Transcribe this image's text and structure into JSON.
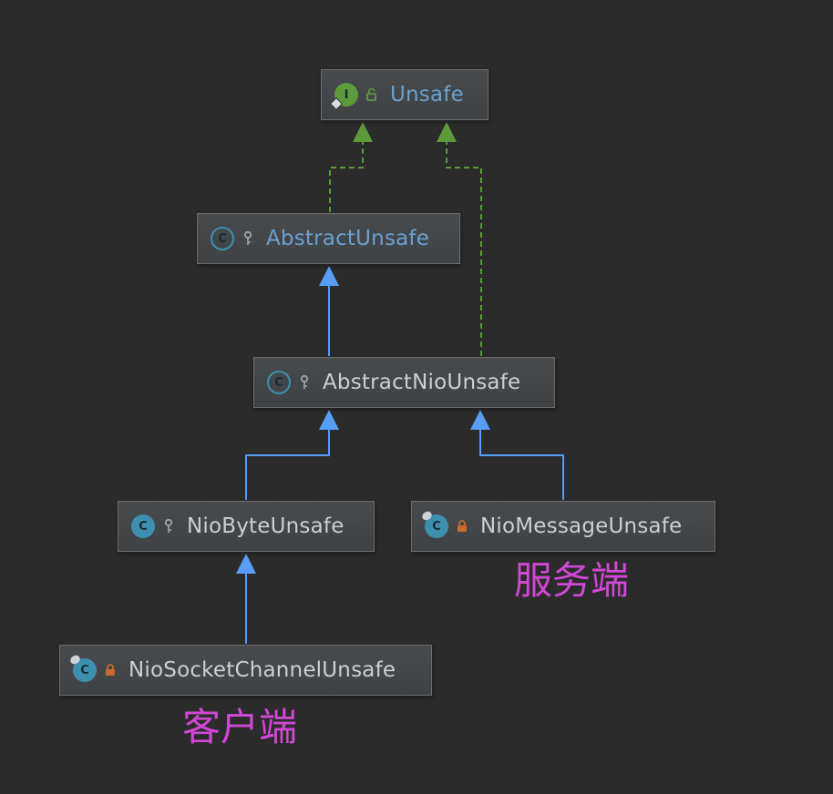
{
  "nodes": {
    "unsafe": {
      "label": "Unsafe",
      "kind": "interface",
      "icon_letter": "I",
      "visibility": "public"
    },
    "abstract_unsafe": {
      "label": "AbstractUnsafe",
      "kind": "abstract-class",
      "icon_letter": "C",
      "visibility": "protected"
    },
    "abstract_nio_unsafe": {
      "label": "AbstractNioUnsafe",
      "kind": "abstract-class",
      "icon_letter": "C",
      "visibility": "protected"
    },
    "nio_byte_unsafe": {
      "label": "NioByteUnsafe",
      "kind": "class",
      "icon_letter": "C",
      "visibility": "protected"
    },
    "nio_message_unsafe": {
      "label": "NioMessageUnsafe",
      "kind": "final-class",
      "icon_letter": "C",
      "visibility": "private"
    },
    "nio_socket_channel_unsafe": {
      "label": "NioSocketChannelUnsafe",
      "kind": "final-class",
      "icon_letter": "C",
      "visibility": "private"
    }
  },
  "edges": [
    {
      "from": "abstract_unsafe",
      "to": "unsafe",
      "type": "implements"
    },
    {
      "from": "abstract_nio_unsafe",
      "to": "unsafe",
      "type": "implements"
    },
    {
      "from": "abstract_nio_unsafe",
      "to": "abstract_unsafe",
      "type": "extends"
    },
    {
      "from": "nio_byte_unsafe",
      "to": "abstract_nio_unsafe",
      "type": "extends"
    },
    {
      "from": "nio_message_unsafe",
      "to": "abstract_nio_unsafe",
      "type": "extends"
    },
    {
      "from": "nio_socket_channel_unsafe",
      "to": "nio_byte_unsafe",
      "type": "extends"
    }
  ],
  "annotations": {
    "server": "服务端",
    "client": "客户端"
  },
  "colors": {
    "background": "#2b2b2b",
    "implements_edge": "#5c9a3c",
    "extends_edge": "#589df6",
    "annotation": "#d147d6",
    "interface_name": "#6aa0d0",
    "class_name": "#cdd0d2"
  }
}
